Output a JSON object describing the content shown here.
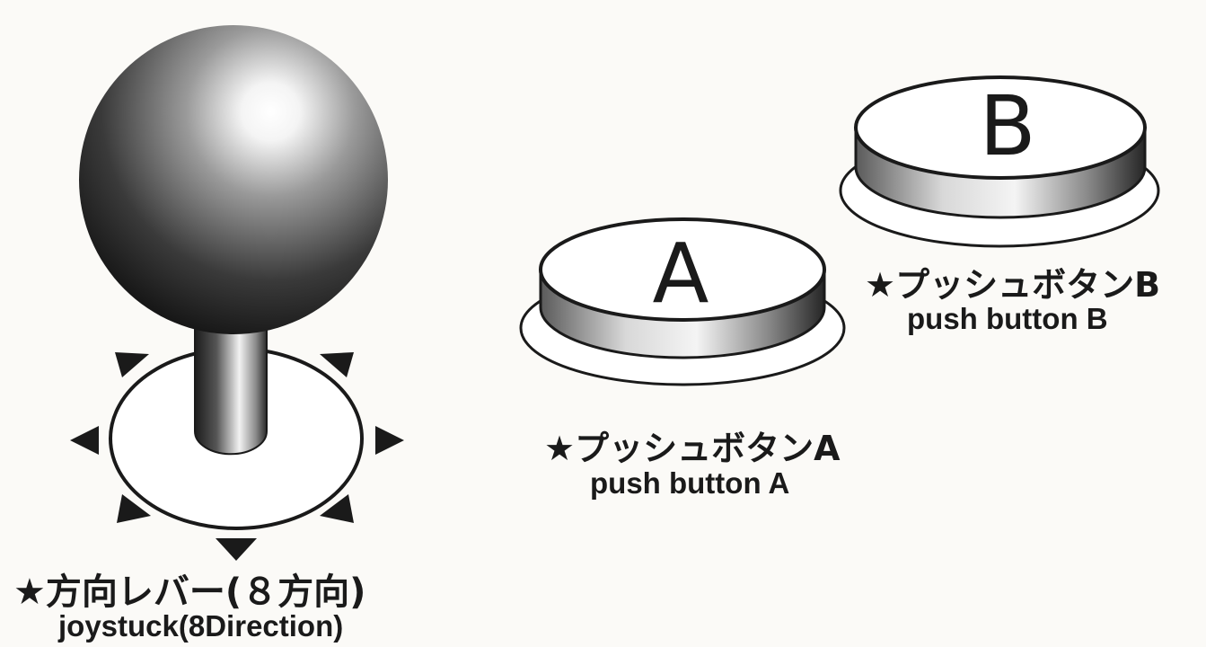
{
  "joystick": {
    "label_ja": "★方向レバー(８方向)",
    "label_en": "joystuck(8Direction)",
    "directions": 8
  },
  "button_a": {
    "letter": "A",
    "label_ja": "★プッシュボタンA",
    "label_en": "push button A"
  },
  "button_b": {
    "letter": "B",
    "label_ja": "★プッシュボタンB",
    "label_en": "push button B"
  },
  "colors": {
    "ink": "#1a1a1a",
    "paper": "#fbfaf7",
    "cap": "#ffffff"
  }
}
